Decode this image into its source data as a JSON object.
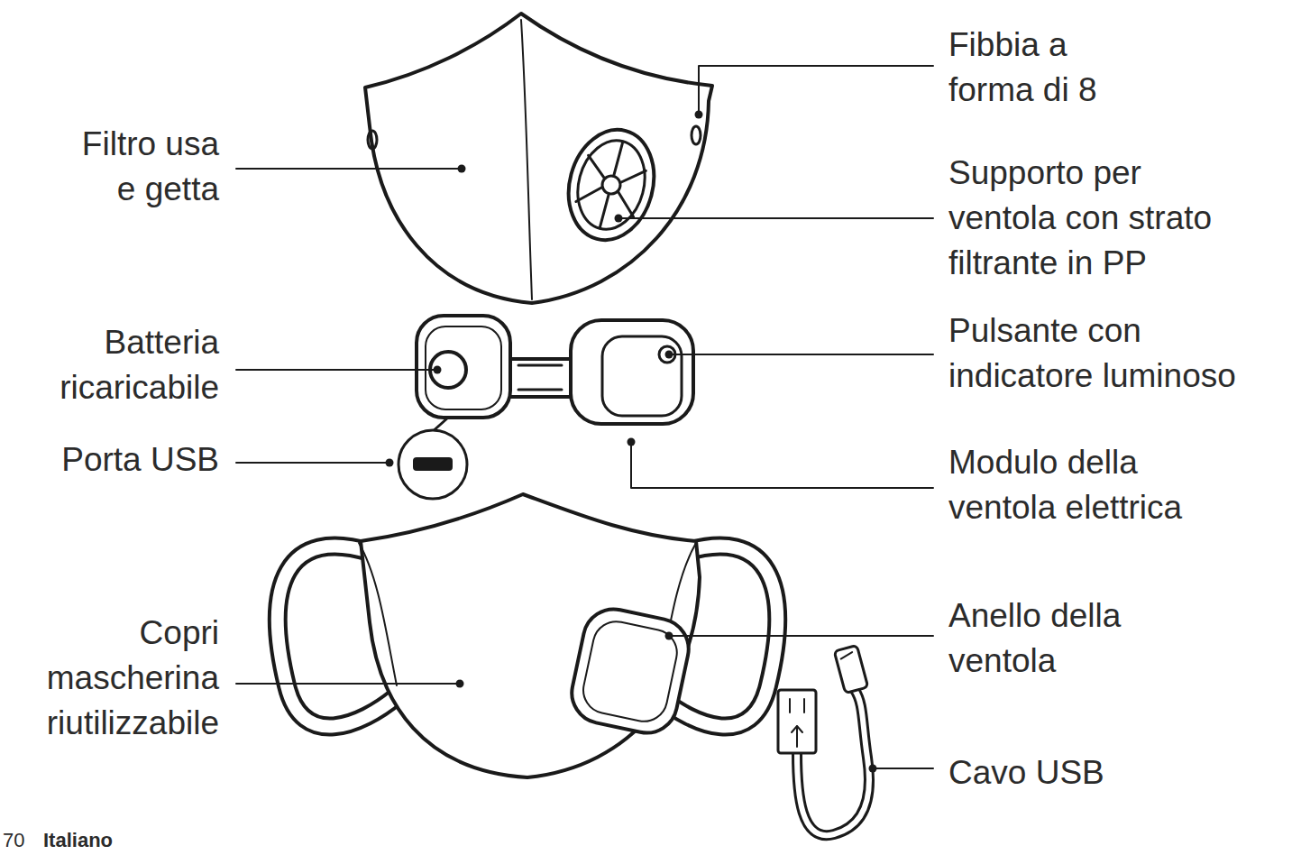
{
  "diagram": {
    "labels": [
      "Filtro usa e getta",
      "Fibbia a forma di 8",
      "Supporto per ventola con strato filtrante in PP",
      "Batteria ricaricabile",
      "Pulsante con indicatore luminoso",
      "Porta USB",
      "Modulo della ventola elettrica",
      "Copri mascherina riutilizzabile",
      "Anello della ventola",
      "Cavo USB",
      "70",
      "Italiano"
    ]
  }
}
